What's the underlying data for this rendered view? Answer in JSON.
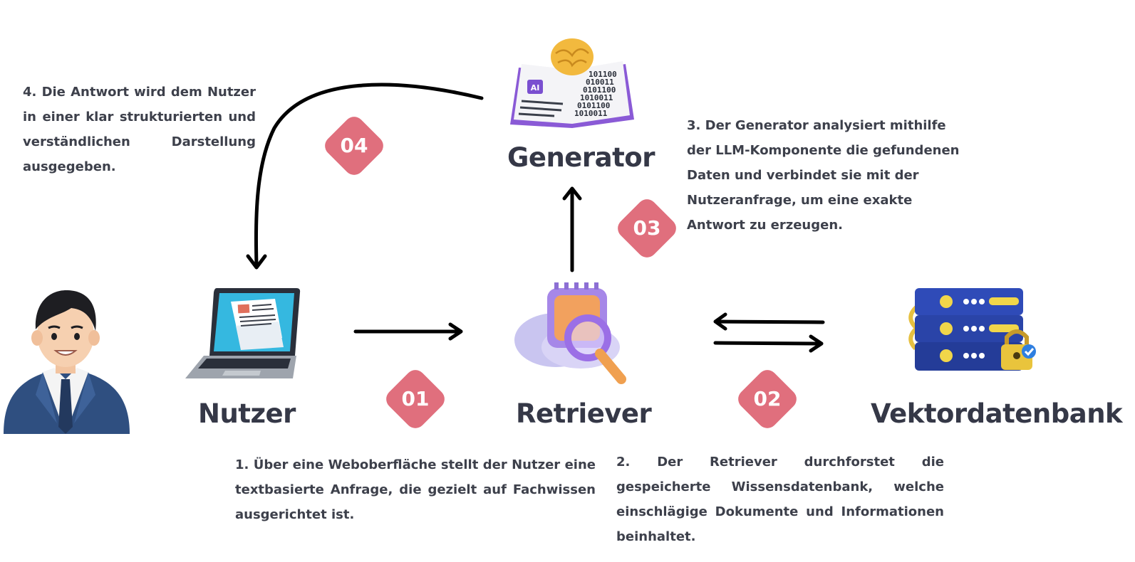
{
  "colors": {
    "badge": "#e06f7d",
    "title": "#353847",
    "text": "#3d404b",
    "arrow": "#000000"
  },
  "nodes": {
    "generator": {
      "label": "Generator",
      "icon": "ai-book-brain-icon"
    },
    "nutzer": {
      "label": "Nutzer",
      "icon": "laptop-icon"
    },
    "retriever": {
      "label": "Retriever",
      "icon": "ai-chip-magnifier-icon"
    },
    "vektordatenbank": {
      "label": "Vektordatenbank",
      "icon": "database-server-lock-icon"
    },
    "person": {
      "icon": "businessman-avatar-icon"
    }
  },
  "steps": [
    {
      "badge": "01",
      "text": "1. Über eine Weboberfläche stellt der Nutzer eine textbasierte Anfrage, die gezielt auf Fachwissen ausgerichtet ist."
    },
    {
      "badge": "02",
      "text": "2. Der Retriever durchforstet die gespeicherte Wissensdatenbank, welche einschlägige Dokumente und Informationen beinhaltet."
    },
    {
      "badge": "03",
      "text": "3. Der Generator analysiert mithilfe der LLM-Komponente die gefundenen Daten und verbindet sie mit der Nutzeranfrage, um eine exakte Antwort zu erzeugen."
    },
    {
      "badge": "04",
      "text": "4. Die Antwort wird dem Nutzer in einer klar strukturierten und verständlichen Darstellung ausgegeben."
    }
  ],
  "icon_texts": {
    "ai_chip": "AI",
    "binary": [
      "101100",
      "010011",
      "0101100",
      "1010011",
      "0101100",
      "1010011"
    ]
  }
}
